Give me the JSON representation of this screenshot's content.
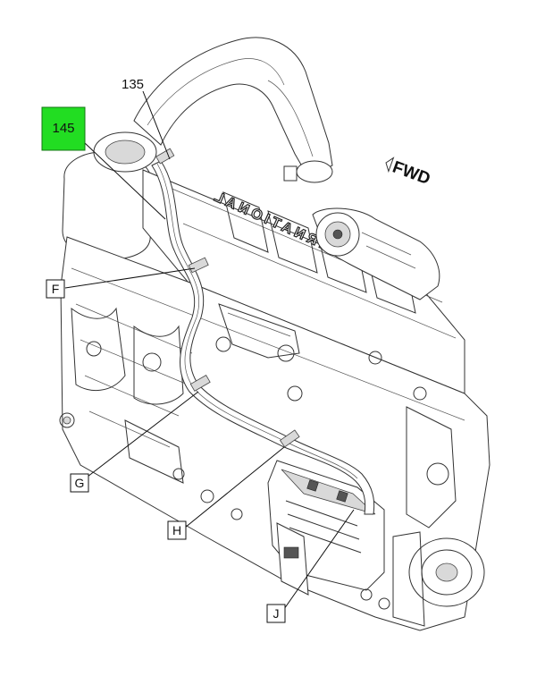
{
  "diagram": {
    "direction_label": "FWD",
    "engine_brand": "INTERNATIONAL",
    "highlight_color": "#22dd22",
    "callouts": {
      "part_135": "135",
      "part_145": "145",
      "detail_f": "F",
      "detail_g": "G",
      "detail_h": "H",
      "detail_j": "J"
    }
  }
}
